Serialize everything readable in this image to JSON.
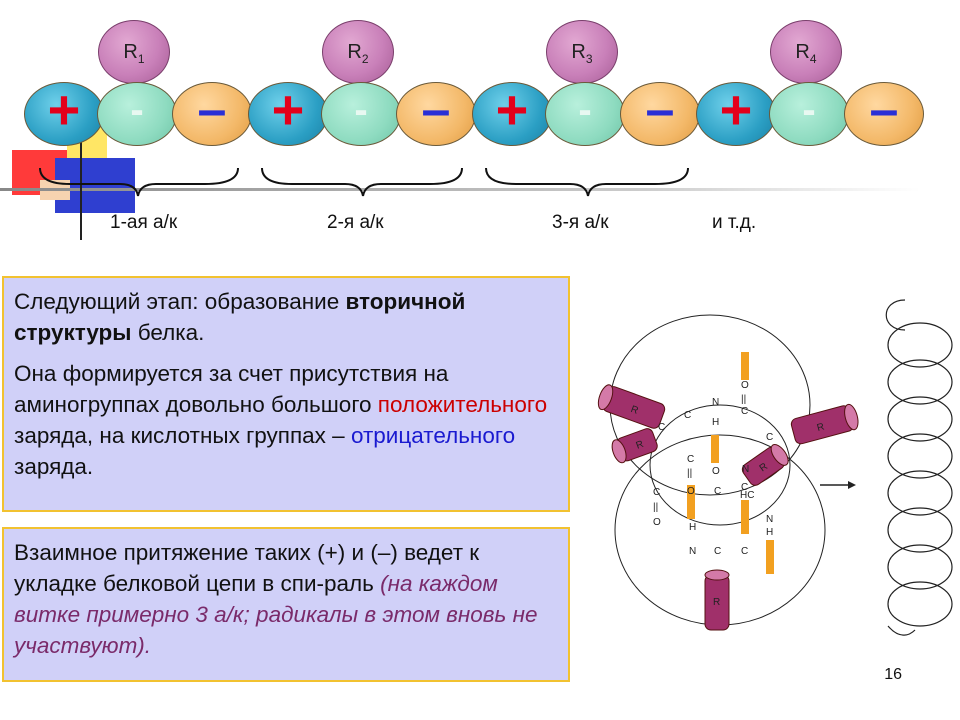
{
  "chain": {
    "radicals": [
      {
        "letter": "R",
        "sub": "1"
      },
      {
        "letter": "R",
        "sub": "2"
      },
      {
        "letter": "R",
        "sub": "3"
      },
      {
        "letter": "R",
        "sub": "4"
      }
    ],
    "plus_symbol": "+",
    "minus_symbol": "–",
    "neutral_symbol": "-",
    "labels": [
      "1-ая а/к",
      "2-я а/к",
      "3-я а/к",
      "и т.д."
    ]
  },
  "box1": {
    "p1_pre": "Следующий этап: образование ",
    "p1_bold": "вторичной структуры",
    "p1_post": " белка.",
    "p2_a": "Она формируется за счет присутствия на аминогруппах довольно большого ",
    "p2_red": "положительного",
    "p2_b": " заряда, на кислотных группах – ",
    "p2_blue": "отрицательного",
    "p2_c": " заряда."
  },
  "box2": {
    "text": "Взаимное притяжение таких (+) и (–) ведет к укладке белковой цепи в спи-раль ",
    "italic": "(на каждом витке примерно 3 а/к; радикалы в этом вновь не участвуют)."
  },
  "helix_diagram": {
    "atom_C": "C",
    "atom_N": "N",
    "atom_O": "O",
    "atom_H": "H",
    "atom_HC": "HC",
    "double_bond": "||",
    "radical_letter": "R"
  },
  "page_number": "16",
  "colors": {
    "plus": "#e3001b",
    "minus": "#2a2fd6",
    "box_bg": "#d0d0f8",
    "box_border": "#f2c230",
    "radical": "#c980b9"
  }
}
